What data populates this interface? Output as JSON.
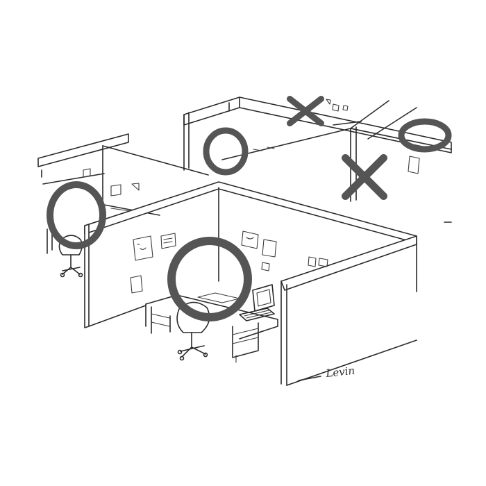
{
  "artwork": {
    "signature": "Levin",
    "letter_color": "#555555",
    "ink_color": "#2a2a2a",
    "paper_color": "#ffffff",
    "letters": [
      "X",
      "O",
      "X",
      "O",
      "X",
      "O"
    ]
  }
}
